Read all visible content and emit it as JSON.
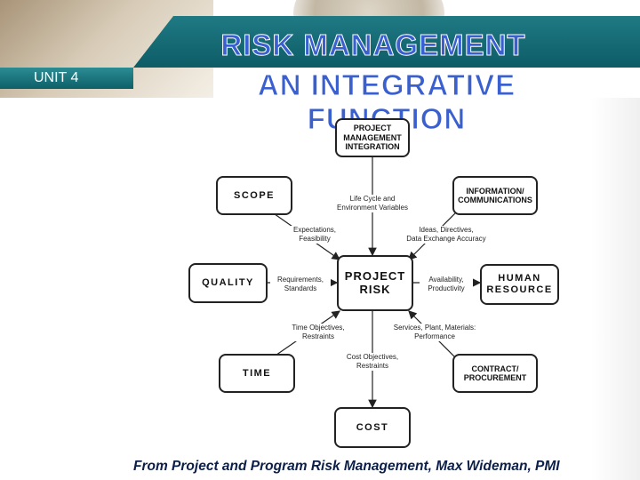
{
  "header": {
    "unit": "UNIT 4",
    "title_line1": "RISK MANAGEMENT",
    "title_line2": "AN INTEGRATIVE FUNCTION"
  },
  "diagram": {
    "center": "PROJECT\nRISK",
    "nodes": {
      "integration": "PROJECT\nMANAGEMENT\nINTEGRATION",
      "scope": "SCOPE",
      "information": "INFORMATION/\nCOMMUNICATIONS",
      "quality": "QUALITY",
      "human": "HUMAN\nRESOURCE",
      "time": "TIME",
      "contract": "CONTRACT/\nPROCUREMENT",
      "cost": "COST"
    },
    "notes": {
      "integration": "Life Cycle and\nEnvironment Variables",
      "scope": "Expectations,\nFeasibility",
      "information": "Ideas, Directives,\nData Exchange Accuracy",
      "quality": "Requirements,\nStandards",
      "human": "Availability,\nProductivity",
      "time": "Time Objectives,\nRestraints",
      "contract": "Services, Plant, Materials:\nPerformance",
      "cost": "Cost Objectives,\nRestraints"
    }
  },
  "caption": "From Project and Program Risk Management, Max Wideman, PMI"
}
